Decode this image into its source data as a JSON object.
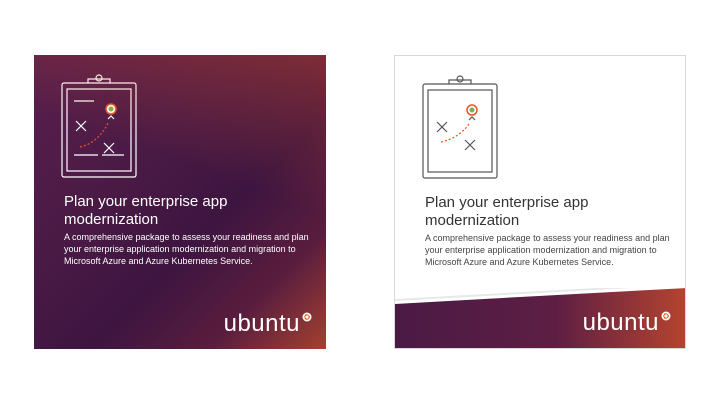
{
  "cards": [
    {
      "variant": "dark",
      "title": "Plan your enterprise app modernization",
      "description": "A comprehensive package to assess your readiness and plan your enterprise application modernization and migration to Microsoft Azure and Azure Kubernetes Service.",
      "logo_text": "ubuntu",
      "illustration_icon": "clipboard-plan-icon",
      "logo_icon": "circle-of-friends-icon"
    },
    {
      "variant": "light",
      "title": "Plan your enterprise app modernization",
      "description": "A comprehensive package to assess your readiness and plan your enterprise application modernization and migration to Microsoft Azure and Azure Kubernetes Service.",
      "logo_text": "ubuntu",
      "illustration_icon": "clipboard-plan-icon",
      "logo_icon": "circle-of-friends-icon"
    }
  ],
  "colors": {
    "ubuntu_orange": "#E95420",
    "aubergine": "#4A1A45",
    "light_text": "#333333"
  }
}
